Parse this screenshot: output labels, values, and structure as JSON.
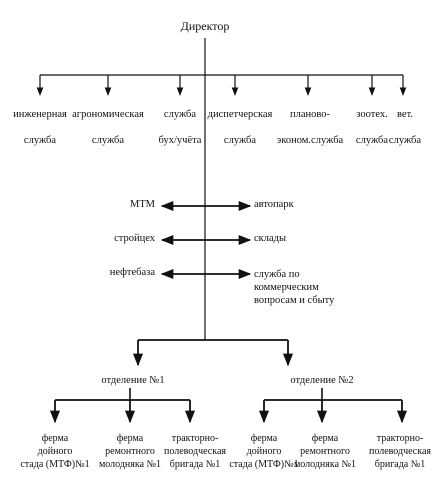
{
  "director": "Директор",
  "departments": [
    {
      "line1": "инженерная",
      "line2": "служба"
    },
    {
      "line1": "агрономическая",
      "line2": "служба"
    },
    {
      "line1": "служба",
      "line2": "бух/учёта"
    },
    {
      "line1": "диспетчерская",
      "line2": "служба"
    },
    {
      "line1": "планово-",
      "line2": "эконом.служба"
    },
    {
      "line1": "зоотех.",
      "line2": "служба"
    },
    {
      "line1": "вет.",
      "line2": "служба"
    }
  ],
  "side_left": [
    "МТМ",
    "стройцех",
    "нефтебаза"
  ],
  "side_right": [
    "автопарк",
    "склады",
    "служба по\nкоммерческим\nвопросам и сбыту"
  ],
  "divisions": [
    {
      "name": "отделение №1",
      "units": [
        "ферма\nдойного\nстада (МТФ)№1",
        "ферма\nремонтного\nмолодняка №1",
        "тракторно-\nполеводческая\nбригада №1"
      ]
    },
    {
      "name": "отделение №2",
      "units": [
        "ферма\nдойного\nстада (МТФ)№1",
        "ферма\nремонтного\nмолодняка №1",
        "тракторно-\nполеводческая\nбригада №1"
      ]
    }
  ]
}
